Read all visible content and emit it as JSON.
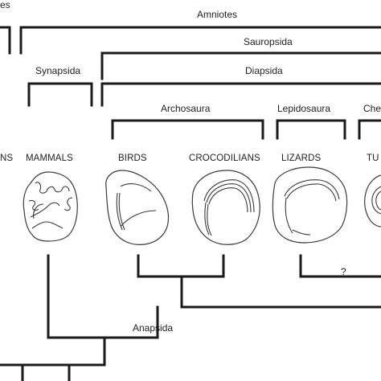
{
  "clades": {
    "amniotes": "Amniotes",
    "sauropsida": "Sauropsida",
    "synapsida": "Synapsida",
    "diapsida": "Diapsida",
    "archosaura": "Archosaura",
    "lepidosaura": "Lepidosaura",
    "chelonia_partial": "Che",
    "anapsida": "Anapsida",
    "top_left_partial": "es"
  },
  "taxa": {
    "left_partial": "NS",
    "mammals": "MAMMALS",
    "birds": "BIRDS",
    "crocodilians": "CROCODILIANS",
    "lizards": "LIZARDS",
    "turtles_partial": "TU"
  },
  "annotations": {
    "uncertain_mark": "?"
  }
}
